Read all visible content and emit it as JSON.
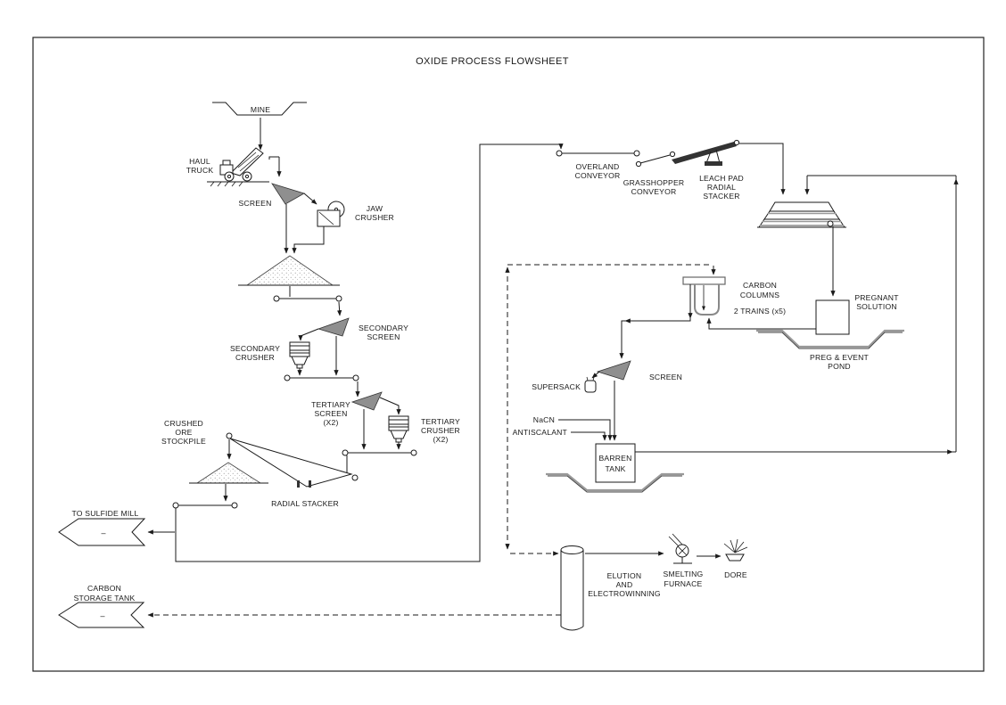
{
  "title": "OXIDE PROCESS FLOWSHEET",
  "labels": {
    "mine": [
      "MINE"
    ],
    "haul_truck": [
      "HAUL",
      "TRUCK"
    ],
    "grizzly_screen": [
      "SCREEN"
    ],
    "jaw_crusher": [
      "JAW",
      "CRUSHER"
    ],
    "secondary_screen": [
      "SECONDARY",
      "SCREEN"
    ],
    "secondary_crusher": [
      "SECONDARY",
      "CRUSHER"
    ],
    "tertiary_screen": [
      "TERTIARY",
      "SCREEN",
      "(X2)"
    ],
    "tertiary_crusher": [
      "TERTIARY",
      "CRUSHER",
      "(X2)"
    ],
    "crushed_ore_stockpile": [
      "CRUSHED",
      "ORE",
      "STOCKPILE"
    ],
    "radial_stacker": [
      "RADIAL STACKER"
    ],
    "to_sulfide_mill": [
      "TO SULFIDE MILL"
    ],
    "carbon_storage_tank": [
      "CARBON",
      "STORAGE TANK"
    ],
    "overland_conveyor": [
      "OVERLAND",
      "CONVEYOR"
    ],
    "grasshopper_conveyor": [
      "GRASSHOPPER",
      "CONVEYOR"
    ],
    "leach_pad_radial_stacker": [
      "LEACH PAD",
      "RADIAL",
      "STACKER"
    ],
    "carbon_columns": [
      "CARBON",
      "COLUMNS",
      "2 TRAINS (x5)"
    ],
    "pregnant_solution": [
      "PREGNANT",
      "SOLUTION"
    ],
    "preg_event_pond": [
      "PREG & EVENT",
      "POND"
    ],
    "adr_screen": [
      "SCREEN"
    ],
    "supersack": [
      "SUPERSACK"
    ],
    "nacn": [
      "NaCN"
    ],
    "antiscalant": [
      "ANTISCALANT"
    ],
    "barren_tank": [
      "BARREN",
      "TANK"
    ],
    "elution": [
      "ELUTION",
      "AND",
      "ELECTROWINNING"
    ],
    "smelting_furnace": [
      "SMELTING",
      "FURNACE"
    ],
    "dore": [
      "DORE"
    ]
  },
  "connectors": {
    "to_sulfide_mill_tag": "–",
    "carbon_storage_tank_tag": "–"
  },
  "colors": {
    "line": "#1a1a1a",
    "screen_fill": "#8f8f8f",
    "pond_gray": "#999999",
    "stacker_fill": "#333333",
    "background": "#ffffff"
  }
}
